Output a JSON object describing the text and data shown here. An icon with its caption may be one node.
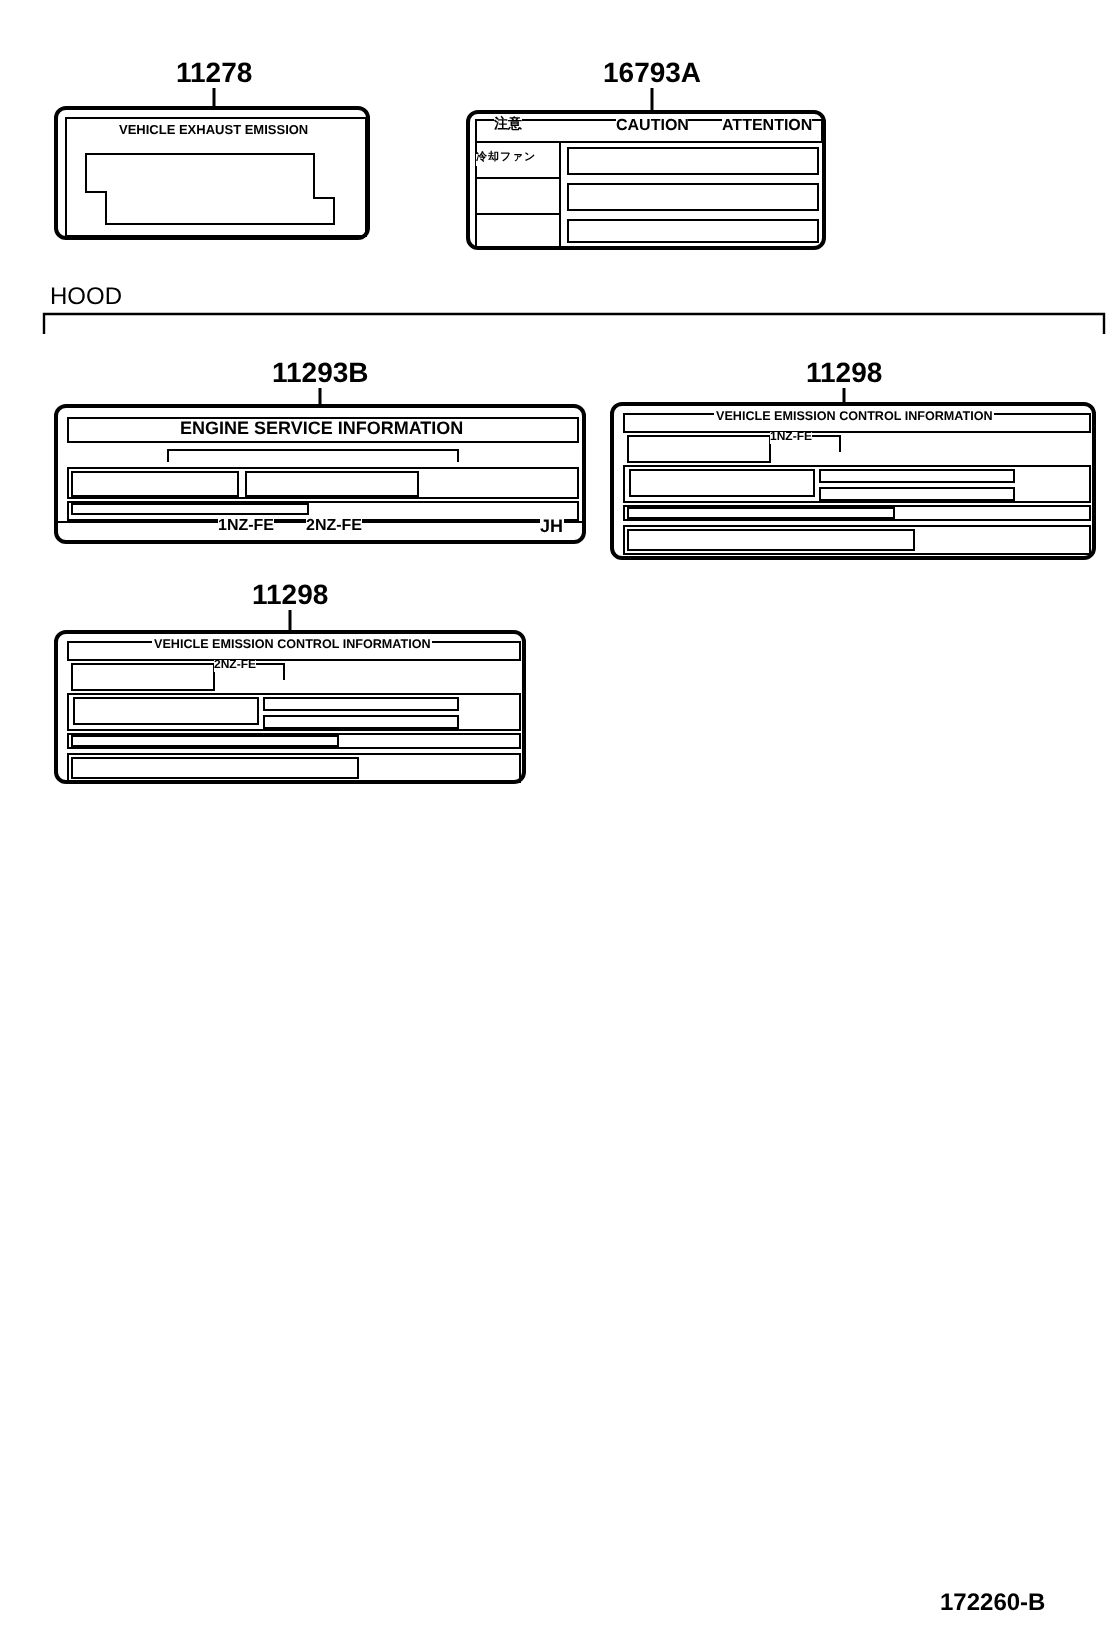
{
  "diagram": {
    "nodes": [
      {
        "text": [
          "11278"
        ]
      },
      {
        "text": [
          "VEHICLE EXHAUST EMISSION"
        ]
      },
      {
        "text": [
          "16793A"
        ]
      },
      {
        "text": [
          "注意",
          "CAUTION",
          "ATTENTION",
          "冷却ファン"
        ]
      },
      {
        "text": [
          "11293B"
        ]
      },
      {
        "text": [
          "ENGINE SERVICE INFORMATION",
          "1NZ-FE",
          "2NZ-FE",
          "JH"
        ]
      },
      {
        "text": [
          "11298"
        ]
      },
      {
        "text": [
          "VEHICLE EMISSION CONTROL INFORMATION",
          "1NZ-FE"
        ]
      },
      {
        "text": [
          "11298"
        ]
      },
      {
        "text": [
          "VEHICLE EMISSION CONTROL INFORMATION",
          "2NZ-FE"
        ]
      }
    ],
    "edges": [
      {
        "from": 0,
        "to": 1,
        "arrow": "none"
      },
      {
        "from": 2,
        "to": 3,
        "arrow": "none"
      },
      {
        "from": 4,
        "to": 5,
        "arrow": "none"
      },
      {
        "from": 6,
        "to": 7,
        "arrow": "none"
      },
      {
        "from": 8,
        "to": 9,
        "arrow": "none"
      }
    ],
    "labels": [
      "HOOD",
      "172260-B"
    ]
  }
}
